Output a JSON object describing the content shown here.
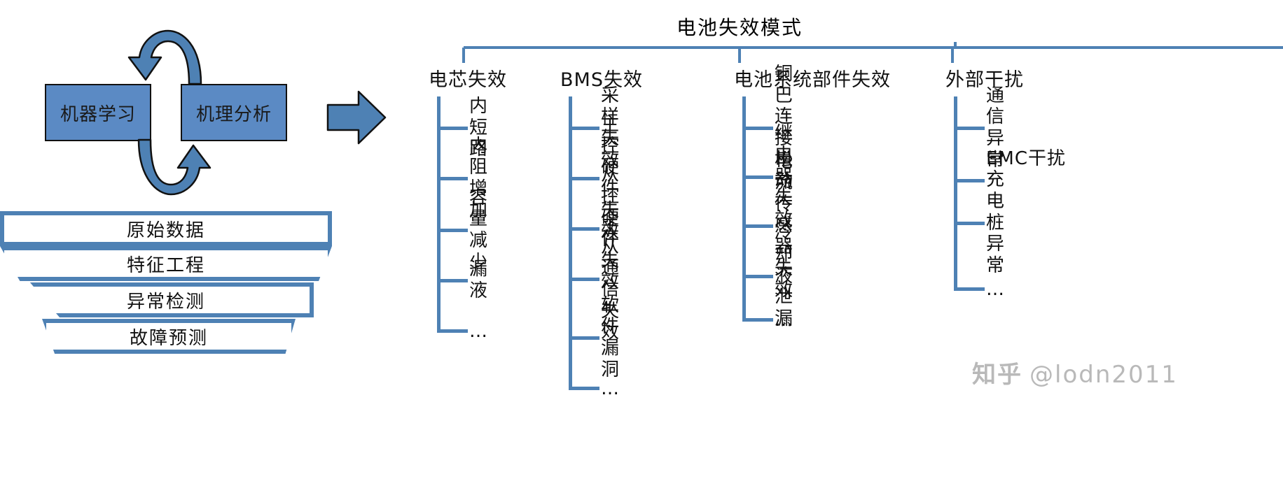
{
  "left_panel": {
    "cycle": {
      "left_box_label": "机器学习",
      "right_box_label": "机理分析",
      "top_arrow_icon": "curved-arrow-left-icon",
      "bottom_arrow_icon": "curved-arrow-right-icon",
      "box_fill": "#5B8AC4",
      "box_border": "#111111"
    },
    "transition_arrow_icon": "block-right-arrow-icon",
    "funnel": {
      "border_color": "#4E81B4",
      "segments": [
        {
          "label": "原始数据"
        },
        {
          "label": "特征工程"
        },
        {
          "label": "异常检测"
        },
        {
          "label": "故障预测"
        }
      ]
    }
  },
  "tree": {
    "root_label": "电池失效模式",
    "line_color": "#4E81B4",
    "branches": [
      {
        "title": "电芯失效",
        "items": [
          "内短路",
          "内阻增加",
          "容量减少",
          "漏液",
          "…"
        ]
      },
      {
        "title": "BMS失效",
        "items": [
          "采样失效",
          "主控硬件失效",
          "从控硬件失效",
          "主从通信失效",
          "软件漏洞",
          "…"
        ]
      },
      {
        "title": "电池系统部件失效",
        "items": [
          "铜巴连接松动",
          "继电器失效",
          "电流传感器失效",
          "冷却液泄漏",
          "…"
        ]
      },
      {
        "title": "外部干扰",
        "items": [
          "通信异常",
          "EMC干扰",
          "充电桩异常",
          "…"
        ]
      }
    ]
  },
  "watermark": {
    "logo": "知乎",
    "handle": "@lodn2011"
  }
}
